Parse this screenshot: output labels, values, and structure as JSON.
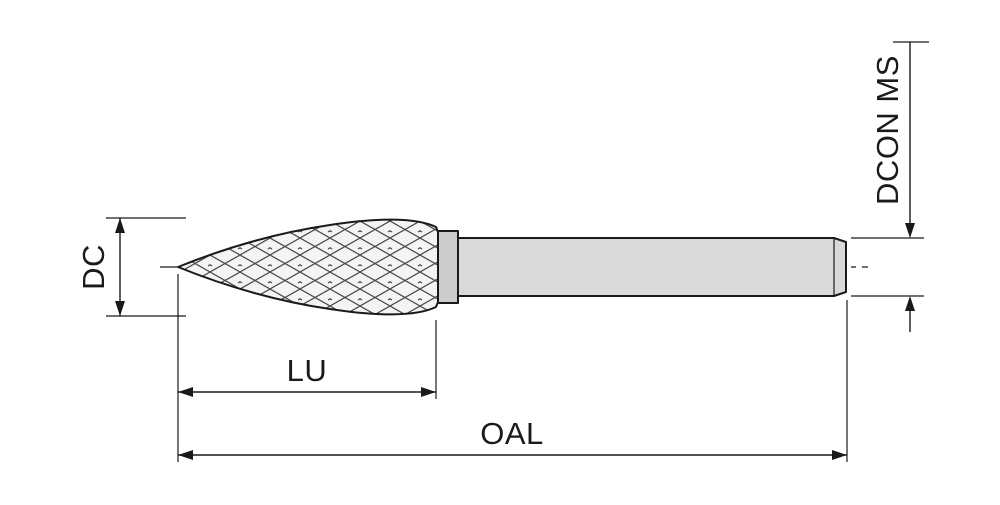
{
  "diagram": {
    "labels": {
      "dc": "DC",
      "lu": "LU",
      "oal": "OAL",
      "dcon_ms": "DCON MS"
    },
    "colors": {
      "line": "#1a1a1a",
      "head_fill": "#f4f4f4",
      "hatch": "#4a4a4a",
      "shank_fill": "#d9d9d9",
      "collar_fill": "#cccccc",
      "background": "#ffffff"
    }
  }
}
